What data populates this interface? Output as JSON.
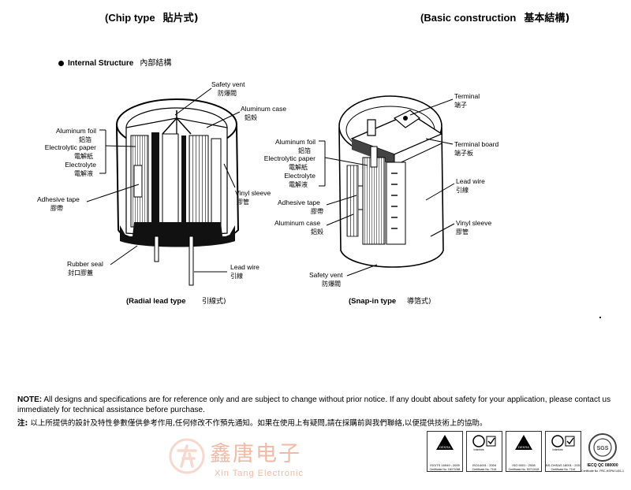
{
  "headers": {
    "chip_type": {
      "en": "(Chip type",
      "cjk": "貼片式)"
    },
    "basic_construction": {
      "en": "(Basic construction",
      "cjk": "基本結構)"
    }
  },
  "internal_structure": {
    "en": "Internal Structure",
    "cjk": "內部結構"
  },
  "radial": {
    "labels": {
      "safety_vent": {
        "en": "Safety vent",
        "cjk": "防爆閥"
      },
      "aluminum_case": {
        "en": "Aluminum case",
        "cjk": "鋁殼"
      },
      "aluminum_foil": {
        "en": "Aluminum foil",
        "cjk": "鋁箔"
      },
      "electrolytic_paper": {
        "en": "Electrolytic paper",
        "cjk": "電解紙"
      },
      "electrolyte": {
        "en": "Electrolyte",
        "cjk": "電解液"
      },
      "vinyl_sleeve": {
        "en": "Vinyl sleeve",
        "cjk": "膠管"
      },
      "adhesive_tape": {
        "en": "Adhesive tape",
        "cjk": "膠帶"
      },
      "rubber_seal": {
        "en": "Rubber seal",
        "cjk": "封口膠蓋"
      },
      "lead_wire": {
        "en": "Lead wire",
        "cjk": "引線"
      }
    },
    "caption": {
      "en": "(Radial lead type",
      "cjk": "引線式)"
    }
  },
  "snapin": {
    "labels": {
      "terminal": {
        "en": "Terminal",
        "cjk": "端子"
      },
      "terminal_board": {
        "en": "Terminal board",
        "cjk": "端子板"
      },
      "aluminum_foil": {
        "en": "Aluminum foil",
        "cjk": "鋁箔"
      },
      "electrolytic_paper": {
        "en": "Electrolytic paper",
        "cjk": "電解紙"
      },
      "electrolyte": {
        "en": "Electrolyte",
        "cjk": "電解液"
      },
      "lead_wire": {
        "en": "Lead wire",
        "cjk": "引線"
      },
      "adhesive_tape": {
        "en": "Adhesive tape",
        "cjk": "膠帶"
      },
      "aluminum_case": {
        "en": "Aluminum case",
        "cjk": "鋁殼"
      },
      "vinyl_sleeve": {
        "en": "Vinyl sleeve",
        "cjk": "膠管"
      },
      "safety_vent": {
        "en": "Safety vent",
        "cjk": "防爆閥"
      }
    },
    "caption": {
      "en": "(Snap-in type",
      "cjk": "導箔式)"
    }
  },
  "note": {
    "label": "NOTE:",
    "text": "All designs and specifications are for reference only and are subject to change without prior notice. If any doubt about safety for your application, please contact us immediately for technical assistance before purchase.",
    "cjk_label": "注:",
    "cjk_text": "以上所提供的設計及特性參數僅供參考作用,任何修改不作預先通知。如果在使用上有疑問,請在採購前與我們聯絡,以便提供技術上的協助。"
  },
  "certifications": [
    {
      "brand": "DEKRA",
      "standard": "ISO/TS 16949 : 2009",
      "cert": "Certificate No. 16071068"
    },
    {
      "brand": "Intertek",
      "standard": "ISO14001 : 2004",
      "cert": "Certificate No. 7116"
    },
    {
      "brand": "DEKRA",
      "standard": "ISO 9001 : 2008",
      "cert": "Certificate No. 50712418"
    },
    {
      "brand": "Intertek",
      "standard": "BS-OHSAS 18001 : 2007",
      "cert": "Certificate No. 7116"
    }
  ],
  "iecq": {
    "title": "IECQ QC 080000",
    "cert": "Certificate No. PRC-HSPM-1401-1",
    "badge": "SGS"
  },
  "watermark": {
    "cn": "鑫唐电子",
    "en": "Xin Tang Electronic"
  },
  "colors": {
    "ink": "#000000",
    "watermark": "#f2b9a4"
  }
}
